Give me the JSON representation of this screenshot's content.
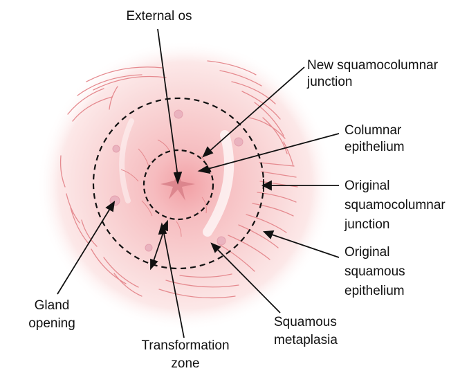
{
  "labels": {
    "external_os": "External os",
    "new_scj_1": "New squamocolumnar",
    "new_scj_2": "junction",
    "columnar_1": "Columnar",
    "columnar_2": "epithelium",
    "orig_scj_1": "Original",
    "orig_scj_2": "squamocolumnar",
    "orig_scj_3": "junction",
    "orig_sq_1": "Original",
    "orig_sq_2": "squamous",
    "orig_sq_3": "epithelium",
    "sq_meta_1": "Squamous",
    "sq_meta_2": "metaplasia",
    "tz_1": "Transformation",
    "tz_2": "zone",
    "gland_1": "Gland",
    "gland_2": "opening"
  },
  "colors": {
    "tissue_outer": "#fbe3e3",
    "tissue_mid": "#f6c2c4",
    "tissue_inner": "#f2a9ad",
    "vessel": "#e58a8f",
    "os": "#d88088",
    "gland": "#eab3bf",
    "line": "#111111"
  }
}
